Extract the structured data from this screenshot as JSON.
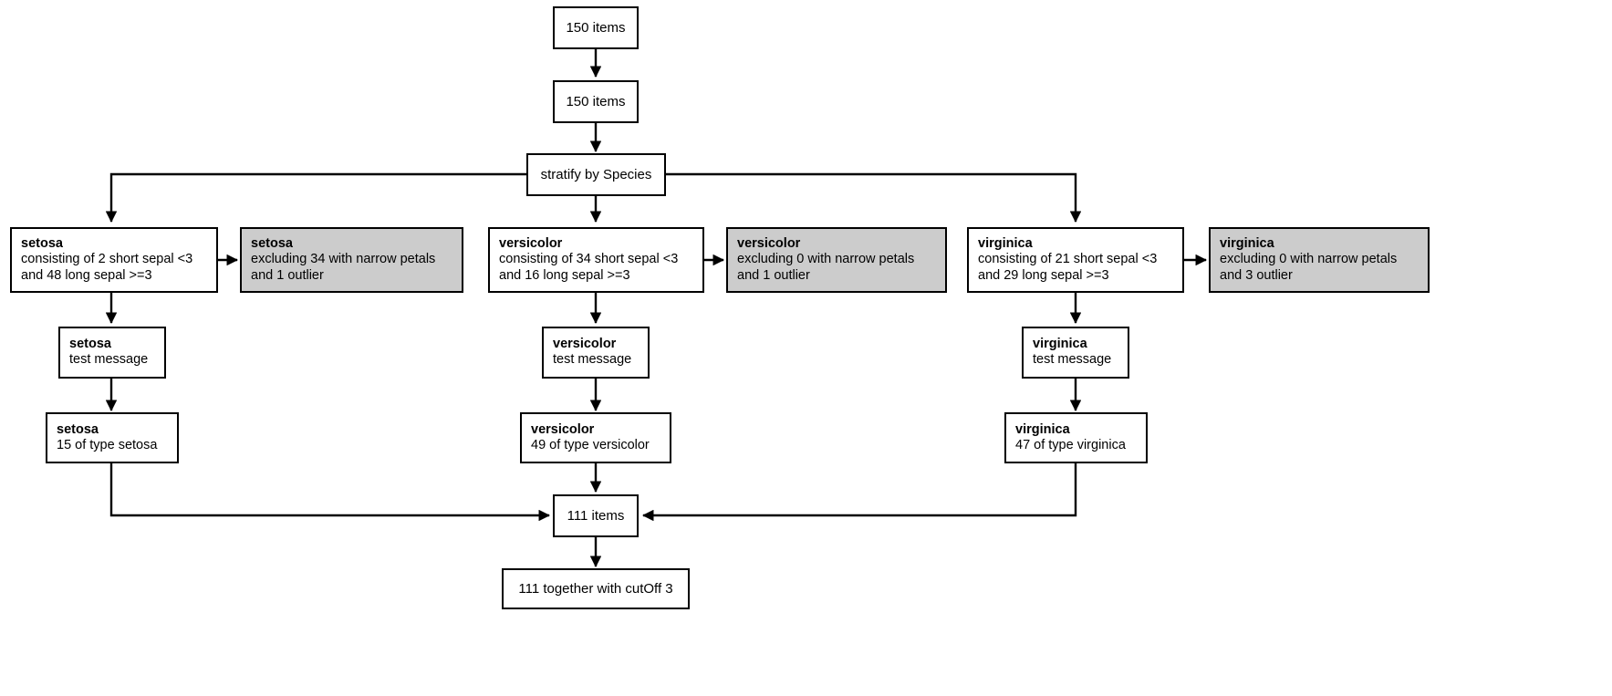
{
  "diagram": {
    "type": "flowchart",
    "orientation": "top-down",
    "colors": {
      "node_fill": "#ffffff",
      "excluded_fill": "#cccccc",
      "stroke": "#000000",
      "text": "#000000"
    },
    "nodes": {
      "start": {
        "label": "150 items"
      },
      "second": {
        "label": "150 items"
      },
      "stratify": {
        "label": "stratify by Species"
      },
      "setosa_included": {
        "title": "setosa",
        "line1": "consisting of 2 short sepal <3",
        "line2": "and 48 long sepal >=3"
      },
      "setosa_excluded": {
        "title": "setosa",
        "line1": "excluding 34 with narrow petals",
        "line2": "and 1 outlier"
      },
      "versicolor_included": {
        "title": "versicolor",
        "line1": "consisting of 34 short sepal <3",
        "line2": "and 16 long sepal >=3"
      },
      "versicolor_excluded": {
        "title": "versicolor",
        "line1": "excluding 0 with narrow petals",
        "line2": "and 1 outlier"
      },
      "virginica_included": {
        "title": "virginica",
        "line1": "consisting of 21 short sepal <3",
        "line2": "and 29 long sepal >=3"
      },
      "virginica_excluded": {
        "title": "virginica",
        "line1": "excluding 0 with narrow petals",
        "line2": "and 3 outlier"
      },
      "setosa_test": {
        "title": "setosa",
        "line1": "test message"
      },
      "versicolor_test": {
        "title": "versicolor",
        "line1": "test message"
      },
      "virginica_test": {
        "title": "virginica",
        "line1": "test message"
      },
      "setosa_count": {
        "title": "setosa",
        "line1": "15 of type setosa"
      },
      "versicolor_count": {
        "title": "versicolor",
        "line1": "49 of type versicolor"
      },
      "virginica_count": {
        "title": "virginica",
        "line1": "47 of type virginica"
      },
      "merge": {
        "label": "111 items"
      },
      "final": {
        "label": "111 together with cutOff 3"
      }
    }
  }
}
